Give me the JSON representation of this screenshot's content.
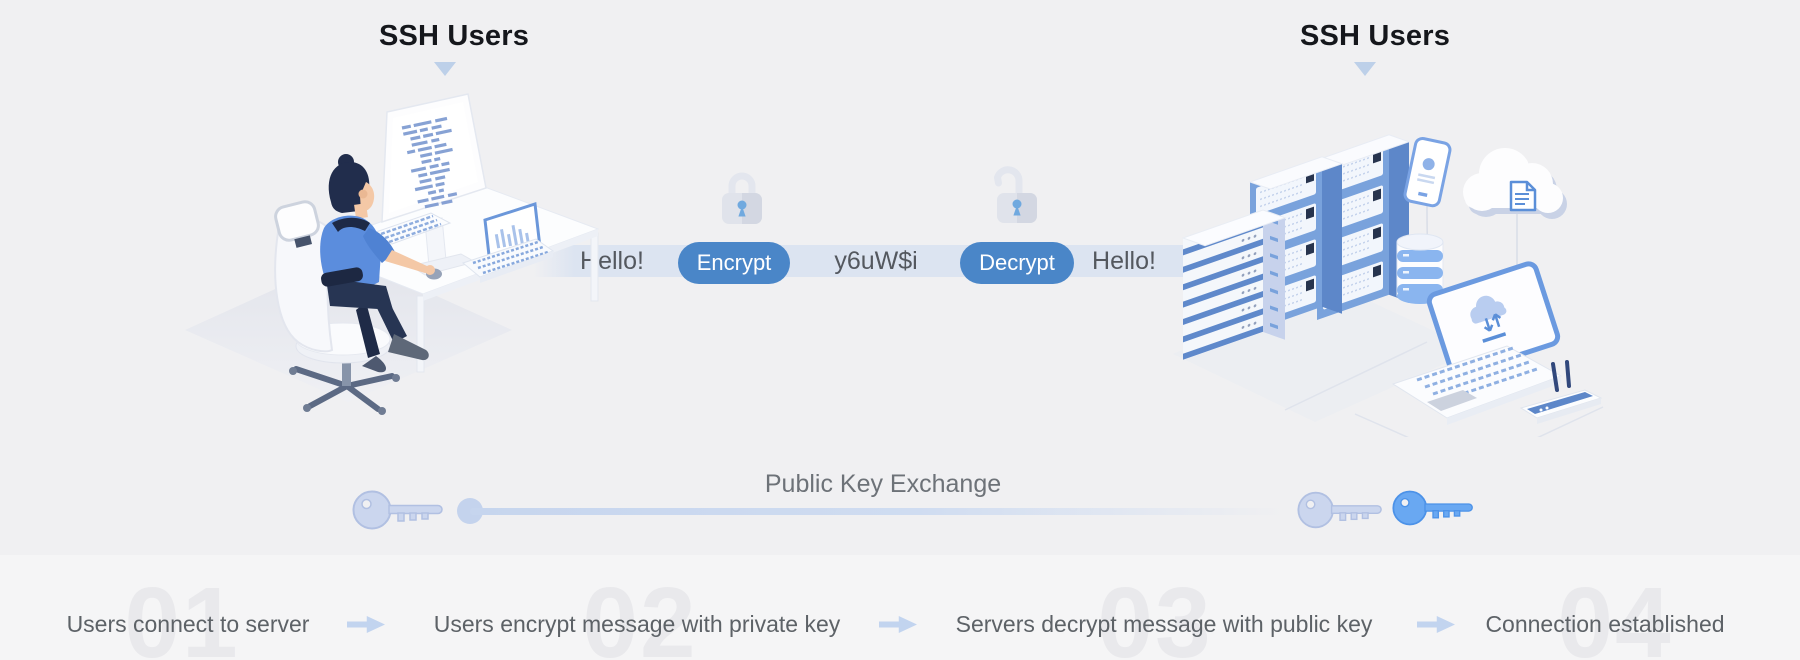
{
  "titles": {
    "left": "SSH Users",
    "right": "SSH Users"
  },
  "flow": {
    "plain_left": "Hello!",
    "encrypt": "Encrypt",
    "cipher": "y6uW$i",
    "decrypt": "Decrypt",
    "plain_right": "Hello!"
  },
  "key_exchange": {
    "label": "Public Key Exchange"
  },
  "steps": [
    {
      "number": "01",
      "label": "Users connect to server"
    },
    {
      "number": "02",
      "label": "Users encrypt message with private key"
    },
    {
      "number": "03",
      "label": "Servers decrypt message with public key"
    },
    {
      "number": "04",
      "label": "Connection established"
    }
  ],
  "icons": {
    "locked": "locked-padlock-icon",
    "unlocked": "unlocked-padlock-icon",
    "private_key": "key-icon-light",
    "public_key": "key-icon-blue",
    "arrow": "step-arrow-icon"
  },
  "colors": {
    "background_top": "#f0f0f2",
    "background_bottom": "#f5f5f6",
    "accent_blue": "#4a86c8",
    "band_blue": "#dce4f1",
    "arrow_blue": "#c2d4ef",
    "key_light": "#cbd6ee",
    "key_blue": "#69a8f2",
    "title_text": "#15171c",
    "gray_text": "#5d6267",
    "watermark": "#e9e9ec"
  }
}
